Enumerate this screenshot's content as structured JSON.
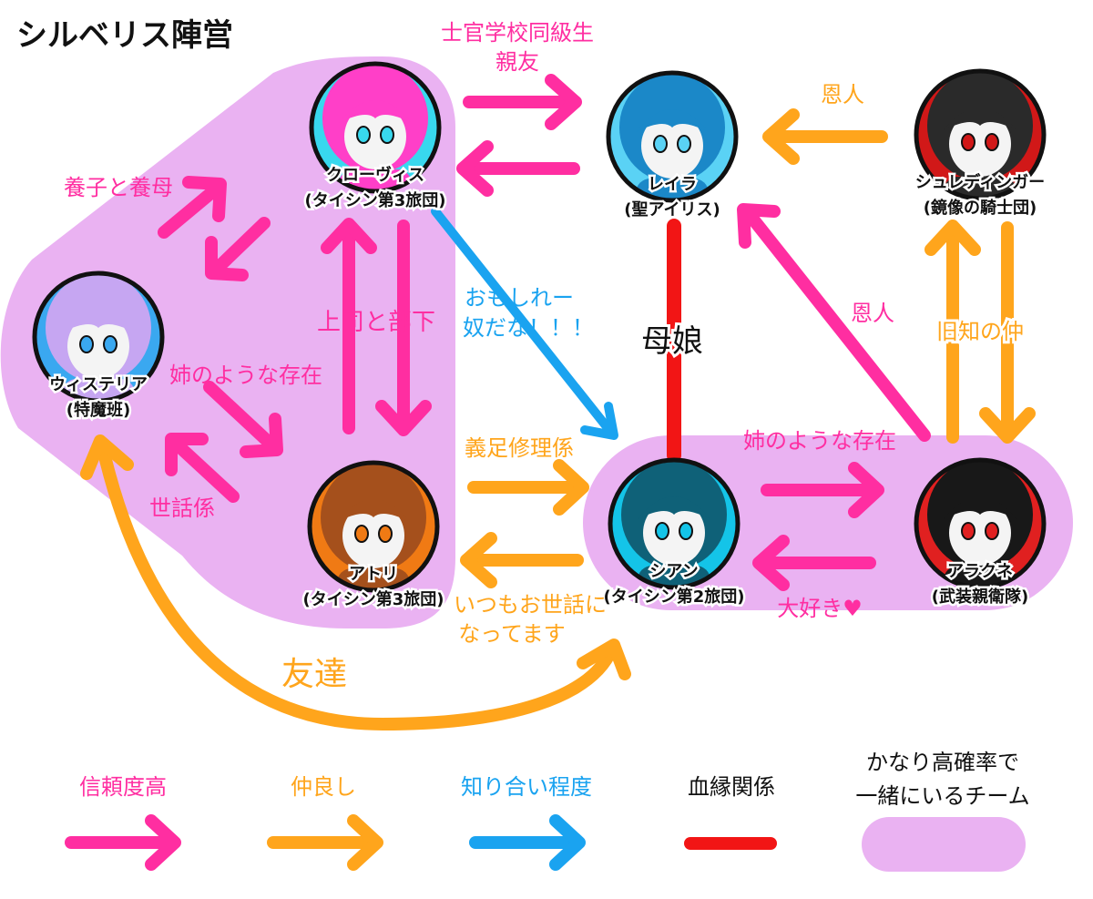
{
  "title": "シルベリス陣営",
  "colors": {
    "trust": "#ff2ea1",
    "friendly": "#ffa51c",
    "acquaintance": "#1aa3f0",
    "blood": "#f21515",
    "team": "#eab2f2"
  },
  "characters": [
    {
      "id": "claudius",
      "name": "クローヴィス",
      "affiliation": "(タイシン第3旅団)",
      "hair": "#ff3fc8",
      "accent": "#38d8ee",
      "skin": "#f4f4f4"
    },
    {
      "id": "reira",
      "name": "レイラ",
      "affiliation": "(聖アイリス)",
      "hair": "#1b88c8",
      "accent": "#5ad2f5",
      "skin": "#f4f4f4"
    },
    {
      "id": "schrodinger",
      "name": "シュレディンガー",
      "affiliation": "(鏡像の騎士団)",
      "hair": "#2a2a2a",
      "accent": "#d11818",
      "skin": "#f4f4f4"
    },
    {
      "id": "wisteria",
      "name": "ウィステリア",
      "affiliation": "(特魔班)",
      "hair": "#c6a6f2",
      "accent": "#3aa8f0",
      "skin": "#f4f4f4"
    },
    {
      "id": "atori",
      "name": "アトリ",
      "affiliation": "(タイシン第3旅団)",
      "hair": "#a5501c",
      "accent": "#f07a14",
      "skin": "#f4f4f4"
    },
    {
      "id": "sian",
      "name": "シアン",
      "affiliation": "(タイシン第2旅団)",
      "hair": "#0f6178",
      "accent": "#14c4e8",
      "skin": "#f4f4f4"
    },
    {
      "id": "arachne",
      "name": "アラクネ",
      "affiliation": "(武装親衛隊)",
      "hair": "#181818",
      "accent": "#e02020",
      "skin": "#f4f4f4"
    }
  ],
  "relations": {
    "classmate_line1": "士官学校同級生",
    "classmate_line2": "親友",
    "onjin_top": "恩人",
    "foster": "養子と養母",
    "boss": "上司と部下",
    "omoshiro_line1": "おもしれー",
    "omoshiro_line2": "奴だな！！！",
    "mother_daughter": "母娘",
    "onjin_right": "恩人",
    "old_friends": "旧知の仲",
    "sister_left": "姉のような存在",
    "caretaker": "世話係",
    "prosthetic": "義足修理係",
    "sister_right": "姉のような存在",
    "daisuki": "大好き♥",
    "itsumo_line1": "いつもお世話に",
    "itsumo_line2": "なってます",
    "tomodachi": "友達"
  },
  "legend": {
    "trust": "信頼度高",
    "friendly": "仲良し",
    "acquaintance": "知り合い程度",
    "blood": "血縁関係",
    "team_line1": "かなり高確率で",
    "team_line2": "一緒にいるチーム"
  }
}
